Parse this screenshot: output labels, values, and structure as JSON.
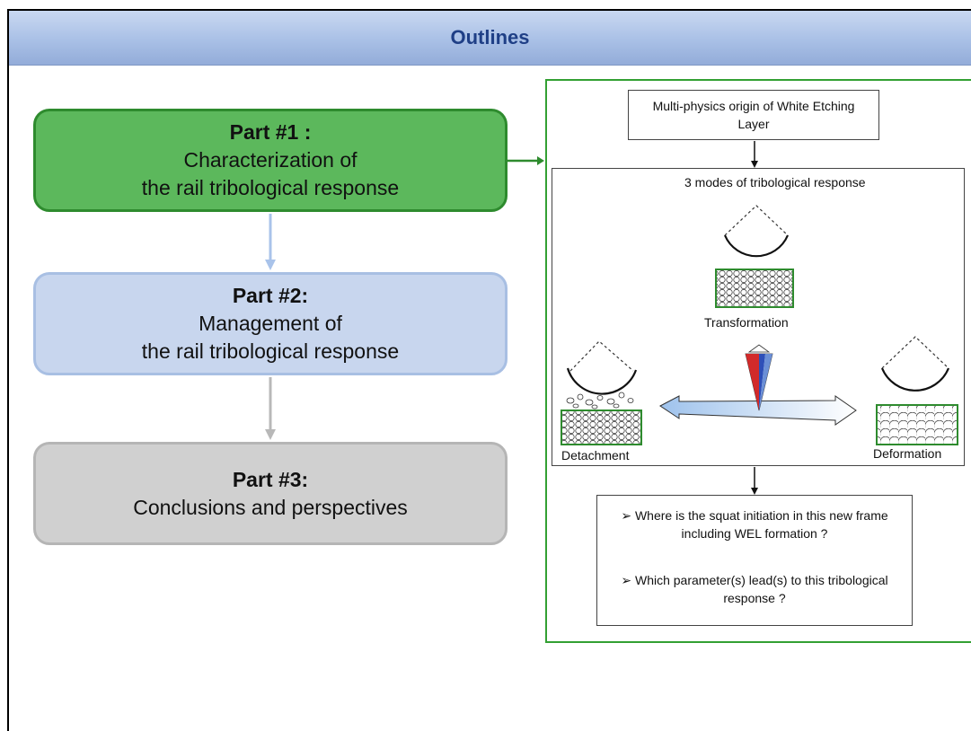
{
  "header": {
    "title": "Outlines"
  },
  "parts": [
    {
      "heading": "Part #1 :",
      "line1": "Characterization of",
      "line2": "the rail tribological response",
      "color": "#5cb85c"
    },
    {
      "heading": "Part #2:",
      "line1": "Management of",
      "line2": "the rail tribological response",
      "color": "#c8d6ee"
    },
    {
      "heading": "Part #3:",
      "line1": "Conclusions and perspectives",
      "line2": "",
      "color": "#d0d0d0"
    }
  ],
  "detail": {
    "origin": "Multi-physics origin of White Etching Layer",
    "modes_title": "3 modes of tribological response",
    "modes": {
      "transformation": "Transformation",
      "detachment": "Detachment",
      "deformation": "Deformation"
    },
    "questions": [
      "➢ Where is the squat initiation in this new frame including WEL formation ?",
      "➢ Which parameter(s) lead(s) to this tribological response ?"
    ]
  },
  "colors": {
    "accent_green": "#33a033",
    "title_text": "#1f3f86",
    "arrow_blue": "#a9c3ea"
  }
}
